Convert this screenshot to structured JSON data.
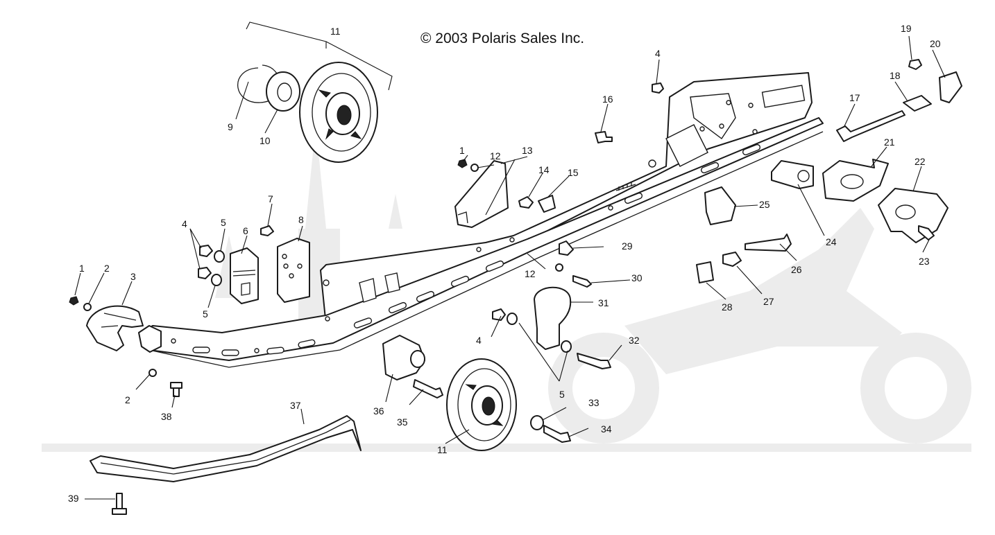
{
  "copyright": "© 2003 Polaris Sales Inc.",
  "watermark": "",
  "callouts": [
    {
      "id": "c1a",
      "label": "1"
    },
    {
      "id": "c1b",
      "label": "1"
    },
    {
      "id": "c2a",
      "label": "2"
    },
    {
      "id": "c2b",
      "label": "2"
    },
    {
      "id": "c3",
      "label": "3"
    },
    {
      "id": "c4a",
      "label": "4"
    },
    {
      "id": "c4b",
      "label": "4"
    },
    {
      "id": "c4c",
      "label": "4"
    },
    {
      "id": "c5a",
      "label": "5"
    },
    {
      "id": "c5b",
      "label": "5"
    },
    {
      "id": "c5c",
      "label": "5"
    },
    {
      "id": "c6",
      "label": "6"
    },
    {
      "id": "c7",
      "label": "7"
    },
    {
      "id": "c8",
      "label": "8"
    },
    {
      "id": "c9",
      "label": "9"
    },
    {
      "id": "c10",
      "label": "10"
    },
    {
      "id": "c11a",
      "label": "11"
    },
    {
      "id": "c11b",
      "label": "11"
    },
    {
      "id": "c12a",
      "label": "12"
    },
    {
      "id": "c12b",
      "label": "12"
    },
    {
      "id": "c13",
      "label": "13"
    },
    {
      "id": "c14",
      "label": "14"
    },
    {
      "id": "c15",
      "label": "15"
    },
    {
      "id": "c16",
      "label": "16"
    },
    {
      "id": "c17",
      "label": "17"
    },
    {
      "id": "c18",
      "label": "18"
    },
    {
      "id": "c19",
      "label": "19"
    },
    {
      "id": "c20",
      "label": "20"
    },
    {
      "id": "c21",
      "label": "21"
    },
    {
      "id": "c22",
      "label": "22"
    },
    {
      "id": "c23",
      "label": "23"
    },
    {
      "id": "c24",
      "label": "24"
    },
    {
      "id": "c25",
      "label": "25"
    },
    {
      "id": "c26",
      "label": "26"
    },
    {
      "id": "c27",
      "label": "27"
    },
    {
      "id": "c28",
      "label": "28"
    },
    {
      "id": "c29",
      "label": "29"
    },
    {
      "id": "c30",
      "label": "30"
    },
    {
      "id": "c31",
      "label": "31"
    },
    {
      "id": "c32",
      "label": "32"
    },
    {
      "id": "c33",
      "label": "33"
    },
    {
      "id": "c34",
      "label": "34"
    },
    {
      "id": "c35",
      "label": "35"
    },
    {
      "id": "c36",
      "label": "36"
    },
    {
      "id": "c37",
      "label": "37"
    },
    {
      "id": "c38",
      "label": "38"
    },
    {
      "id": "c39",
      "label": "39"
    }
  ]
}
